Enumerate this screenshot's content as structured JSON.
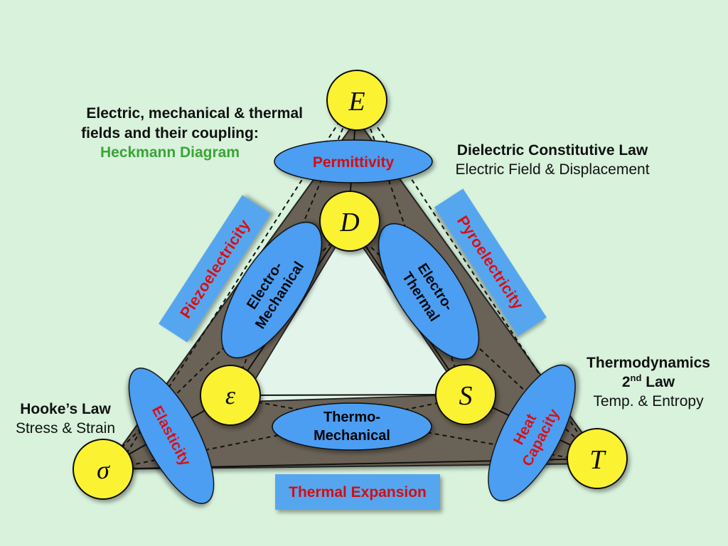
{
  "colors": {
    "background": "#d8f2dc",
    "band": "#6b6257",
    "inner_triangle": "#e3f5ea",
    "node_fill": "#fbf230",
    "ellipse_fill": "#4b9ef2",
    "box_fill": "#56a6ef",
    "red_label": "#d41010",
    "green_label": "#3aa534"
  },
  "title_block": {
    "line1": "Electric, mechanical & thermal",
    "line2": "fields and their coupling:",
    "line3": "Heckmann Diagram"
  },
  "dielectric": {
    "title": "Dielectric Constitutive Law",
    "subtitle": "Electric Field & Displacement"
  },
  "hooke": {
    "title": "Hooke’s Law",
    "subtitle": "Stress & Strain"
  },
  "thermo": {
    "title": "Thermodynamics",
    "law_num": "2",
    "law_sup": "nd",
    "law_word": "Law",
    "subtitle": "Temp. & Entropy"
  },
  "nodes": {
    "E": "E",
    "D": "D",
    "epsilon": "ε",
    "S": "S",
    "sigma": "σ",
    "T": "T"
  },
  "ellipses": {
    "permittivity": "Permittivity",
    "electro_mechanical": [
      "Electro-",
      "Mechanical"
    ],
    "electro_thermal": [
      "Electro-",
      "Thermal"
    ],
    "thermo_mechanical": [
      "Thermo-",
      "Mechanical"
    ],
    "elasticity": "Elasticity",
    "heat_capacity": [
      "Heat",
      "Capacity"
    ]
  },
  "boxes": {
    "piezoelectricity": "Piezoelectricity",
    "pyroelectricity": "Pyroelectricity",
    "thermal_expansion": "Thermal Expansion"
  }
}
